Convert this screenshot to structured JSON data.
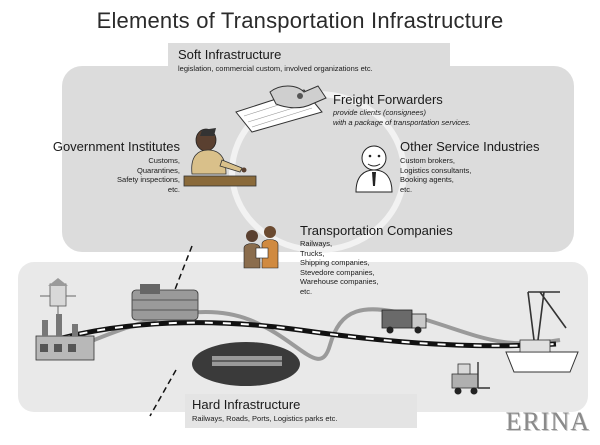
{
  "title": "Elements of Transportation Infrastructure",
  "soft": {
    "heading": "Soft Infrastructure",
    "desc": "legislation, commercial custom, involved organizations etc."
  },
  "freight": {
    "heading": "Freight Forwarders",
    "lines": [
      "provide clients (consignees)",
      "with a package of transportation services."
    ]
  },
  "government": {
    "heading": "Government Institutes",
    "items": [
      "Customs,",
      "Quarantines,",
      "Safety inspections,",
      "etc."
    ]
  },
  "other": {
    "heading": "Other Service Industries",
    "items": [
      "Custom brokers,",
      "Logistics consultants,",
      "Booking agents,",
      "etc."
    ]
  },
  "transport": {
    "heading": "Transportation Companies",
    "items": [
      "Railways,",
      "Trucks,",
      "Shipping companies,",
      "Stevedore companies,",
      "Warehouse companies,",
      "etc."
    ]
  },
  "hard": {
    "heading": "Hard Infrastructure",
    "desc": "Railways, Roads, Ports, Logistics parks etc."
  },
  "logo": "ERINA",
  "icons": {
    "freight": "handshake-document-icon",
    "government": "officer-pointing-icon",
    "other": "consultant-icon",
    "transport": "workers-clipboard-icon",
    "warehouse": "warehouse-building-icon",
    "factory": "factory-icon",
    "train": "train-icon",
    "truck": "truck-icon",
    "ship": "ship-icon",
    "crane": "port-crane-icon",
    "forklift": "forklift-icon"
  }
}
